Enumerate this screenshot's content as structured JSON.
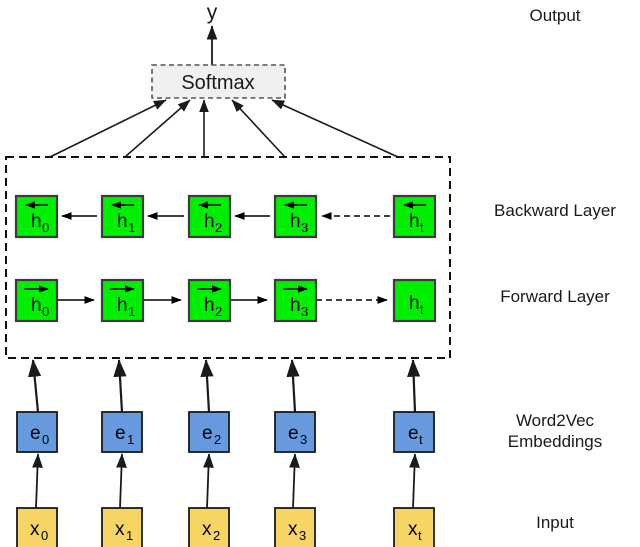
{
  "diagram": {
    "title_output_symbol": "y",
    "softmax": {
      "label": "Softmax"
    },
    "side_labels": {
      "output": "Output",
      "backward_layer": "Backward Layer",
      "forward_layer": "Forward Layer",
      "embeddings_line1": "Word2Vec",
      "embeddings_line2": "Embeddings",
      "input": "Input"
    },
    "colors": {
      "hidden_node": "#00EE00",
      "embedding_node": "#6699DD",
      "input_node": "#F7D564",
      "softmax_fill": "#F0F0F0",
      "stroke": "#3B3B3B",
      "line": "#1a1a1a"
    },
    "columns": [
      {
        "index": 0,
        "subscript": "0",
        "dashed_in": false
      },
      {
        "index": 1,
        "subscript": "1",
        "dashed_in": false
      },
      {
        "index": 2,
        "subscript": "2",
        "dashed_in": false
      },
      {
        "index": 3,
        "subscript": "3",
        "dashed_in": false
      },
      {
        "index": 4,
        "subscript": "t",
        "dashed_in": true
      }
    ],
    "backward_layer": {
      "direction": "right-to-left",
      "arrow_overline": "left",
      "nodes": [
        {
          "base": "h",
          "sub": "0",
          "overline_arrow": "left"
        },
        {
          "base": "h",
          "sub": "1",
          "overline_arrow": "left"
        },
        {
          "base": "h",
          "sub": "2",
          "overline_arrow": "left"
        },
        {
          "base": "h",
          "sub": "3",
          "overline_arrow": "left"
        },
        {
          "base": "h",
          "sub": "t",
          "overline_arrow": "left"
        }
      ]
    },
    "forward_layer": {
      "direction": "left-to-right",
      "arrow_overline": "right",
      "nodes": [
        {
          "base": "h",
          "sub": "0",
          "overline_arrow": "right"
        },
        {
          "base": "h",
          "sub": "1",
          "overline_arrow": "right"
        },
        {
          "base": "h",
          "sub": "2",
          "overline_arrow": "right"
        },
        {
          "base": "h",
          "sub": "3",
          "overline_arrow": "right"
        },
        {
          "base": "h",
          "sub": "t",
          "overline_arrow": "none"
        }
      ]
    },
    "embedding_layer": {
      "nodes": [
        {
          "base": "e",
          "sub": "0"
        },
        {
          "base": "e",
          "sub": "1"
        },
        {
          "base": "e",
          "sub": "2"
        },
        {
          "base": "e",
          "sub": "3"
        },
        {
          "base": "e",
          "sub": "t"
        }
      ]
    },
    "input_layer": {
      "nodes": [
        {
          "base": "x",
          "sub": "0"
        },
        {
          "base": "x",
          "sub": "1"
        },
        {
          "base": "x",
          "sub": "2"
        },
        {
          "base": "x",
          "sub": "3"
        },
        {
          "base": "x",
          "sub": "t"
        }
      ]
    }
  }
}
